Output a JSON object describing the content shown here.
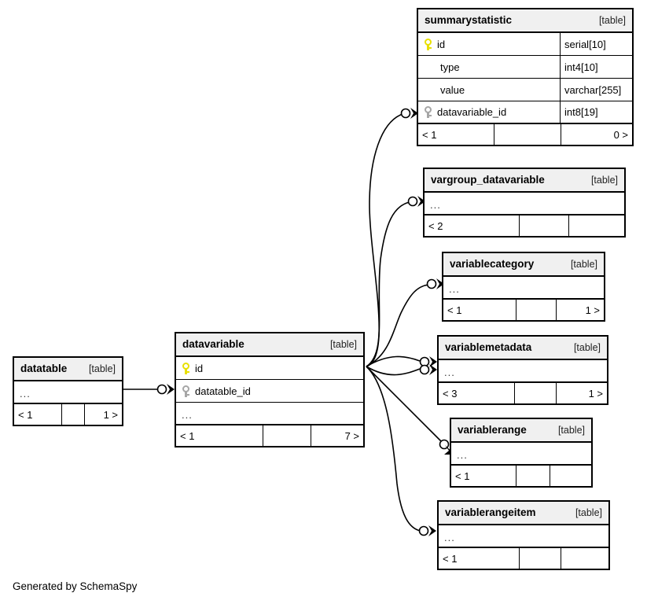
{
  "diagram": {
    "caption": "Generated by SchemaSpy",
    "table_tag": "[table]",
    "ellipsis": "...",
    "colors": {
      "background": "#ffffff",
      "border": "#000000",
      "header_fill": "#f0f0f0",
      "primary_key": "#e8e000",
      "foreign_key": "#a6a6a6",
      "edge": "#000000"
    }
  },
  "tables": [
    {
      "id": "summarystatistic",
      "name": "summarystatistic",
      "tag": "[table]",
      "columns": [
        {
          "name": "id",
          "type": "serial[10]",
          "key": "primary"
        },
        {
          "name": "type",
          "type": "int4[10]",
          "key": "none"
        },
        {
          "name": "value",
          "type": "varchar[255]",
          "key": "none"
        },
        {
          "name": "datavariable_id",
          "type": "int8[19]",
          "key": "foreign"
        }
      ],
      "has_ellipsis_row": false,
      "footer": {
        "left": "< 1",
        "middle": "",
        "right": "0 >"
      }
    },
    {
      "id": "vargroup_datavariable",
      "name": "vargroup_datavariable",
      "tag": "[table]",
      "columns": [],
      "has_ellipsis_row": true,
      "footer": {
        "left": "< 2",
        "middle": "",
        "right": ""
      }
    },
    {
      "id": "variablecategory",
      "name": "variablecategory",
      "tag": "[table]",
      "columns": [],
      "has_ellipsis_row": true,
      "footer": {
        "left": "< 1",
        "middle": "",
        "right": "1 >"
      }
    },
    {
      "id": "variablemetadata",
      "name": "variablemetadata",
      "tag": "[table]",
      "columns": [],
      "has_ellipsis_row": true,
      "footer": {
        "left": "< 3",
        "middle": "",
        "right": "1 >"
      }
    },
    {
      "id": "variablerange",
      "name": "variablerange",
      "tag": "[table]",
      "columns": [],
      "has_ellipsis_row": true,
      "footer": {
        "left": "< 1",
        "middle": "",
        "right": ""
      }
    },
    {
      "id": "variablerangeitem",
      "name": "variablerangeitem",
      "tag": "[table]",
      "columns": [],
      "has_ellipsis_row": true,
      "footer": {
        "left": "< 1",
        "middle": "",
        "right": ""
      }
    },
    {
      "id": "datavariable",
      "name": "datavariable",
      "tag": "[table]",
      "columns": [
        {
          "name": "id",
          "type": "",
          "key": "primary"
        },
        {
          "name": "datatable_id",
          "type": "",
          "key": "foreign"
        }
      ],
      "has_ellipsis_row": true,
      "footer": {
        "left": "< 1",
        "middle": "",
        "right": "7 >"
      }
    },
    {
      "id": "datatable",
      "name": "datatable",
      "tag": "[table]",
      "columns": [],
      "has_ellipsis_row": true,
      "footer": {
        "left": "< 1",
        "middle": "",
        "right": "1 >"
      }
    }
  ],
  "relationships": [
    {
      "from": "datatable",
      "to": "datavariable"
    },
    {
      "from": "datavariable",
      "to": "summarystatistic"
    },
    {
      "from": "datavariable",
      "to": "vargroup_datavariable"
    },
    {
      "from": "datavariable",
      "to": "variablecategory"
    },
    {
      "from": "datavariable",
      "to": "variablemetadata"
    },
    {
      "from": "datavariable",
      "to": "variablemetadata"
    },
    {
      "from": "datavariable",
      "to": "variablerange"
    },
    {
      "from": "datavariable",
      "to": "variablerangeitem"
    }
  ]
}
